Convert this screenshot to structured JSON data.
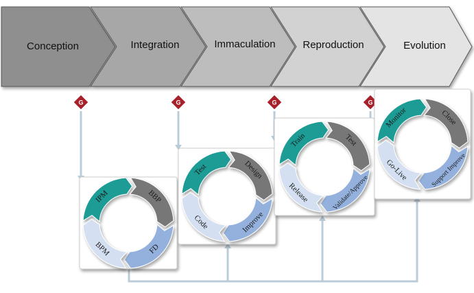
{
  "phases": [
    {
      "label": "Conception",
      "color": "#8f8f8f"
    },
    {
      "label": "Integration",
      "color": "#a7a7a7"
    },
    {
      "label": "Immaculation",
      "color": "#bdbdbd"
    },
    {
      "label": "Reproduction",
      "color": "#d2d2d2"
    },
    {
      "label": "Evolution",
      "color": "#e4e4e4"
    }
  ],
  "gate": {
    "label": "G",
    "color": "#a8202a"
  },
  "segment_colors": {
    "teal": "#1a9c95",
    "gray": "#777777",
    "light_blue": "#d4e0f2",
    "blue": "#93b1dc"
  },
  "cycles": [
    {
      "segments": [
        "IPM",
        "BBP",
        "FD",
        "BPM"
      ]
    },
    {
      "segments": [
        "Test",
        "Design",
        "Improve",
        "Code"
      ]
    },
    {
      "segments": [
        "Train",
        "Test",
        "Validate/Approve",
        "Release"
      ]
    },
    {
      "segments": [
        "Monitor",
        "Close",
        "Support Improve",
        "Go-Live"
      ]
    }
  ]
}
